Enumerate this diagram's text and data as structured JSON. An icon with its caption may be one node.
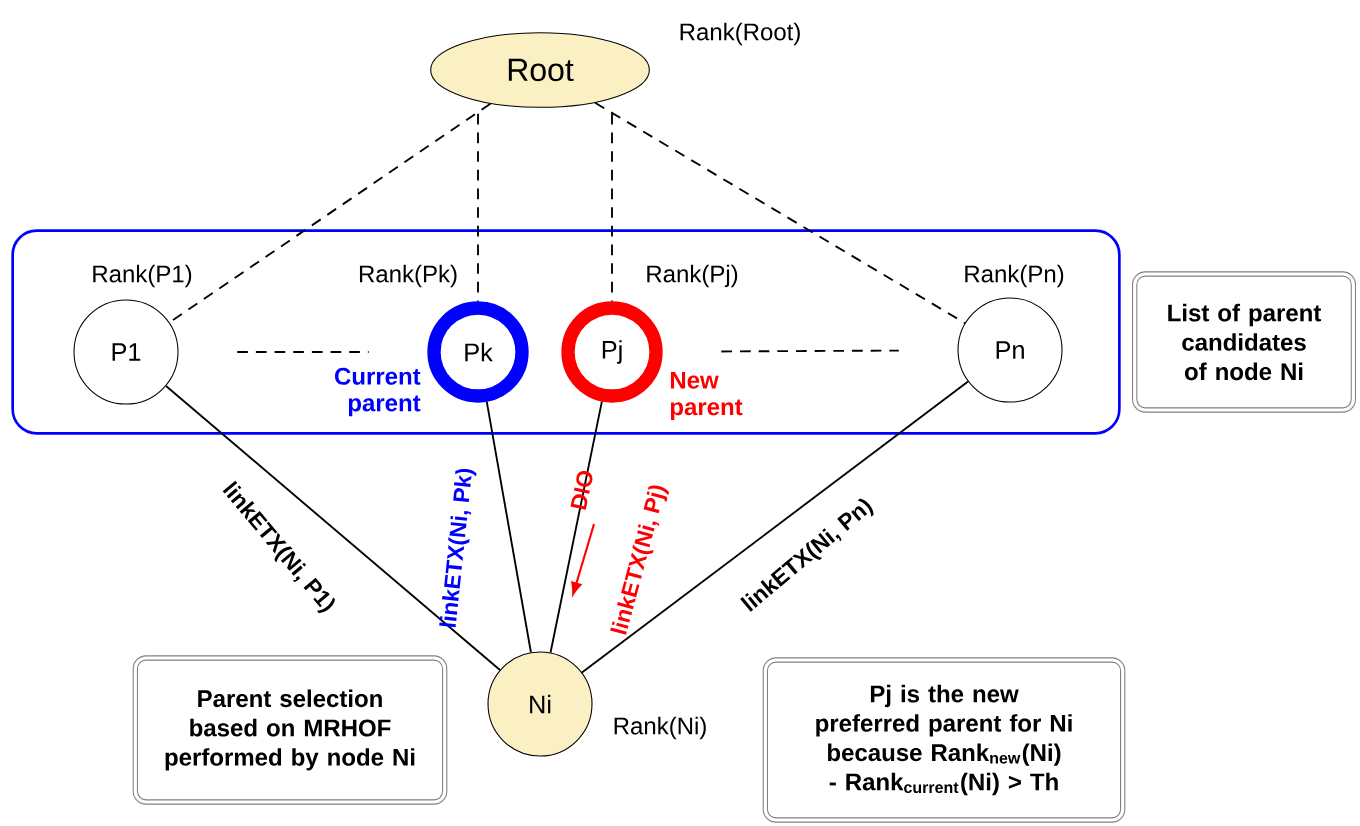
{
  "diagram": {
    "nodes": [
      {
        "text": [
          "Root"
        ],
        "beside": [
          "Rank(Root)"
        ]
      },
      {
        "text": [],
        "shape": "box"
      },
      {
        "text": [
          "P1"
        ],
        "in": 1,
        "beside": [
          "Rank(P1)"
        ]
      },
      {
        "text": [
          "Pk"
        ],
        "in": 1,
        "beside": [
          "Rank(Pk)",
          "Current parent"
        ]
      },
      {
        "text": [
          "Pj"
        ],
        "in": 1,
        "beside": [
          "Rank(Pj)",
          "New parent"
        ]
      },
      {
        "text": [
          "Pn"
        ],
        "in": 1,
        "beside": [
          "Rank(Pn)"
        ]
      },
      {
        "text": [
          "Ni"
        ],
        "beside": [
          "Rank(Ni)"
        ]
      },
      {
        "text": [
          "List of parent candidates of node Ni"
        ]
      },
      {
        "text": [
          "Parent selection based on MRHOF performed by node Ni"
        ]
      },
      {
        "text": [
          "Pj is the new preferred parent for Ni because Rank$_{new}$(Ni) - Rank$_{current}$(Ni) > Th"
        ]
      }
    ],
    "edges": [
      {
        "from": 0,
        "to": 2,
        "arrow": "none",
        "style": "dashed"
      },
      {
        "from": 0,
        "to": 3,
        "arrow": "none",
        "style": "dashed"
      },
      {
        "from": 0,
        "to": 4,
        "arrow": "none",
        "style": "dashed"
      },
      {
        "from": 0,
        "to": 5,
        "arrow": "none",
        "style": "dashed"
      },
      {
        "from": 2,
        "to": 3,
        "arrow": "none",
        "style": "dashed"
      },
      {
        "from": 4,
        "to": 5,
        "arrow": "none",
        "style": "dashed"
      },
      {
        "from": 2,
        "to": 6,
        "arrow": "none",
        "label": "linkETX(Ni, P1)"
      },
      {
        "from": 3,
        "to": 6,
        "arrow": "none",
        "label": "linkETX(Ni, Pk)"
      },
      {
        "from": 4,
        "to": 6,
        "arrow": "none",
        "label": "linkETX(Ni, Pj)"
      },
      {
        "from": 5,
        "to": 6,
        "arrow": "none",
        "label": "linkETX(Ni, Pn)"
      }
    ],
    "labels": [
      "DIO"
    ]
  }
}
